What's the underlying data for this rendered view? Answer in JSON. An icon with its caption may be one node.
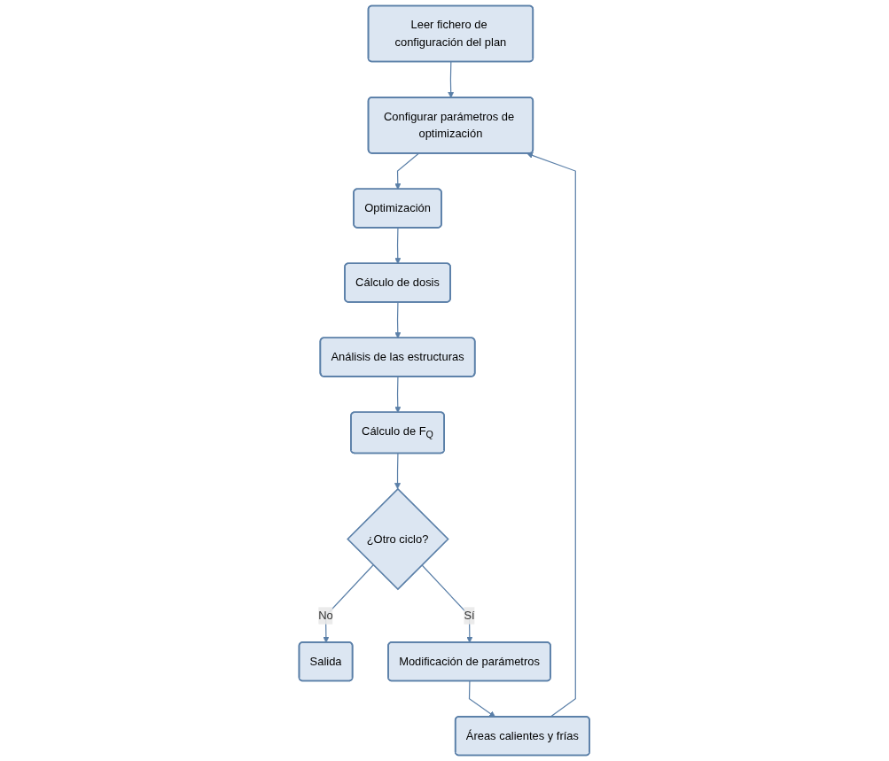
{
  "diagram": {
    "nodes": [
      {
        "text": [
          "Leer fichero de configuración del plan"
        ]
      },
      {
        "text": [
          "Configurar parámetros de optimización"
        ]
      },
      {
        "text": [
          "Optimización"
        ]
      },
      {
        "text": [
          "Cálculo de dosis"
        ]
      },
      {
        "text": [
          "Análisis de las estructuras"
        ]
      },
      {
        "text": [
          "Cálculo de F$_{Q}$"
        ]
      },
      {
        "text": [
          "¿Otro ciclo?"
        ]
      },
      {
        "text": [
          "Salida"
        ]
      },
      {
        "text": [
          "Áreas calientes y frías"
        ]
      },
      {
        "text": [
          "Modificación de parámetros"
        ]
      }
    ],
    "edges": [
      {
        "from": 0,
        "to": 1,
        "arrow": "to"
      },
      {
        "from": 1,
        "to": 2,
        "arrow": "to"
      },
      {
        "from": 2,
        "to": 3,
        "arrow": "to"
      },
      {
        "from": 3,
        "to": 4,
        "arrow": "to"
      },
      {
        "from": 4,
        "to": 5,
        "arrow": "to"
      },
      {
        "from": 5,
        "to": 6,
        "arrow": "to"
      },
      {
        "from": 6,
        "to": 7,
        "arrow": "to",
        "label": "No"
      },
      {
        "from": 6,
        "to": 9,
        "arrow": "to",
        "label": "Sí"
      },
      {
        "from": 9,
        "to": 8,
        "arrow": "to"
      },
      {
        "from": 8,
        "to": 1,
        "arrow": "to"
      }
    ]
  }
}
